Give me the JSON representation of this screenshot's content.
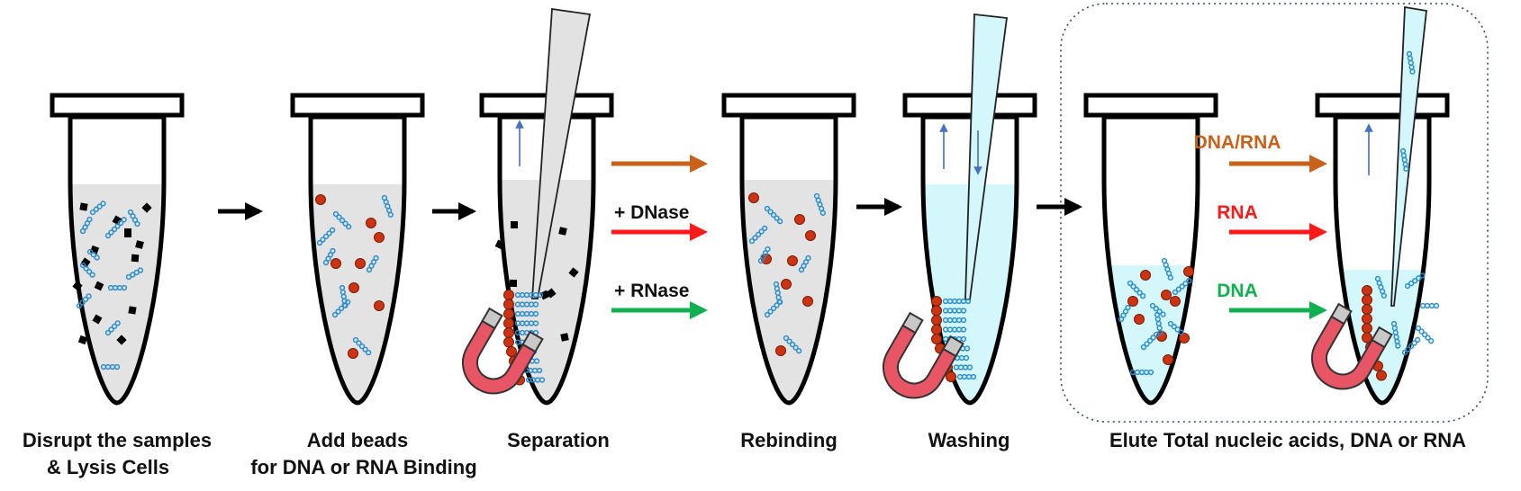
{
  "steps": [
    {
      "caption_line1": "Disrupt the samples",
      "caption_line2": "& Lysis Cells"
    },
    {
      "caption_line1": "Add beads",
      "caption_line2": "for DNA or RNA Binding"
    },
    {
      "caption_line1": "Separation",
      "caption_line2": ""
    },
    {
      "caption_line1": "Rebinding",
      "caption_line2": ""
    },
    {
      "caption_line1": "Washing",
      "caption_line2": ""
    },
    {
      "caption_line1": "Elute Total nucleic acids,  DNA or RNA",
      "caption_line2": ""
    }
  ],
  "branch_labels": {
    "dnase": "+ DNase",
    "rnase": "+ RNase",
    "elute_dna_rna": "DNA/RNA",
    "elute_rna": "RNA",
    "elute_dna": "DNA"
  },
  "colors": {
    "orange_arrow": "#c8611a",
    "red_arrow": "#ff1a1a",
    "green_arrow": "#10b050",
    "bead": "#cc3311",
    "lysate": "#e3e3e3",
    "wash_buffer": "#d4f7fb",
    "nucleic_acid": "#2a8fd0",
    "magnet": "#e85565"
  },
  "icons": [
    "tube-icon",
    "magnet-icon",
    "pipette-tip-icon",
    "bead-icon",
    "nucleic-acid-icon",
    "debris-icon"
  ]
}
